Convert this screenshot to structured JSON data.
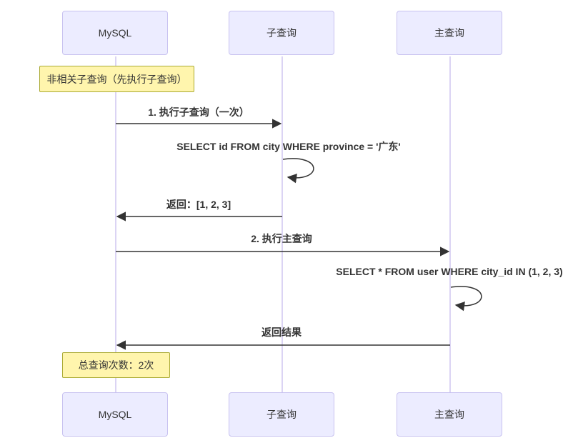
{
  "diagram": {
    "type": "sequence-diagram",
    "actors": [
      {
        "id": "mysql",
        "label": "MySQL"
      },
      {
        "id": "subquery",
        "label": "子查询"
      },
      {
        "id": "mainquery",
        "label": "主查询"
      }
    ],
    "notes": [
      {
        "label": "非相关子查询（先执行子查询）",
        "over": "MySQL",
        "position": "top"
      },
      {
        "label": "总查询次数：2次",
        "over": "MySQL",
        "position": "bottom"
      }
    ],
    "messages": [
      {
        "label": "1. 执行子查询（一次）",
        "from": "MySQL",
        "to": "子查询",
        "kind": "arrow"
      },
      {
        "label": "SELECT id FROM city WHERE province = '广东'",
        "from": "子查询",
        "to": "子查询",
        "kind": "self-loop"
      },
      {
        "label": "返回：[1, 2, 3]",
        "from": "子查询",
        "to": "MySQL",
        "kind": "arrow"
      },
      {
        "label": "2. 执行主查询",
        "from": "MySQL",
        "to": "主查询",
        "kind": "arrow"
      },
      {
        "label": "SELECT * FROM user WHERE city_id IN (1, 2, 3)",
        "from": "主查询",
        "to": "主查询",
        "kind": "self-loop"
      },
      {
        "label": "返回结果",
        "from": "主查询",
        "to": "MySQL",
        "kind": "arrow"
      }
    ],
    "colors": {
      "actor_fill": "#ECECFF",
      "actor_border": "#C8C2F0",
      "lifeline": "#CFC6F0",
      "note_fill": "#FFF5AD",
      "note_border": "#AAAA33",
      "line": "#333333",
      "text": "#333333",
      "background": "#FFFFFF"
    }
  }
}
